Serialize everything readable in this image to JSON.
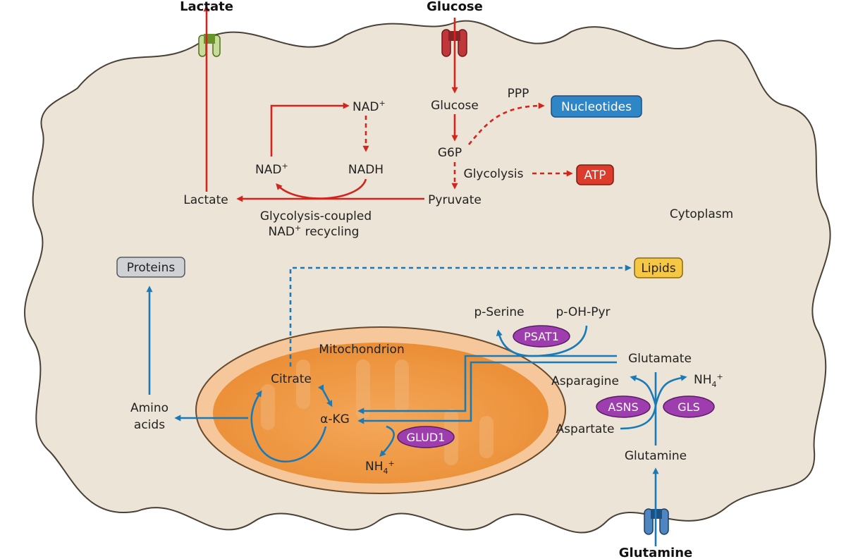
{
  "external": {
    "lactate": "Lactate",
    "glucose": "Glucose",
    "glutamine": "Glutamine"
  },
  "compartments": {
    "cytoplasm": "Cytoplasm",
    "mitochondrion": "Mitochondrion"
  },
  "metabolites": {
    "glucose": "Glucose",
    "g6p": "G6P",
    "pyruvate": "Pyruvate",
    "lactate": "Lactate",
    "nad_top": "NAD",
    "nad_left": "NAD",
    "nadh": "NADH",
    "nad_plus": "+",
    "citrate": "Citrate",
    "akg": "α-KG",
    "amino": "Amino",
    "acids": "acids",
    "glutamate": "Glutamate",
    "glutamine": "Glutamine",
    "asparagine": "Asparagine",
    "aspartate": "Aspartate",
    "pserine": "p-Serine",
    "pohpyr": "p-OH-Pyr",
    "nh4_right": "NH",
    "nh4_mito": "NH",
    "nh4_sub": "4",
    "nh4_sup": "+"
  },
  "pathways": {
    "ppp": "PPP",
    "glycolysis": "Glycolysis",
    "recycling_line1": "Glycolysis-coupled",
    "recycling_line2_pre": "NAD",
    "recycling_line2_post": " recycling"
  },
  "products": {
    "nucleotides": "Nucleotides",
    "atp": "ATP",
    "proteins": "Proteins",
    "lipids": "Lipids"
  },
  "enzymes": {
    "psat1": "PSAT1",
    "asns": "ASNS",
    "gls": "GLS",
    "glud1": "GLUD1"
  },
  "colors": {
    "glycolytic_arrow": "#d2251d",
    "glutamine_arrow": "#1a7ab8",
    "cell_fill": "#ece4d6",
    "cell_stroke": "#4a4136",
    "mito_outer": "#f6c79a",
    "mito_inner": "#ee9a44",
    "enzyme": "#9e3dad",
    "nucleotides_box": "#2e86c6",
    "atp_box": "#dc3c2b",
    "proteins_box": "#cfd1d5",
    "lipids_box": "#f6c744"
  }
}
